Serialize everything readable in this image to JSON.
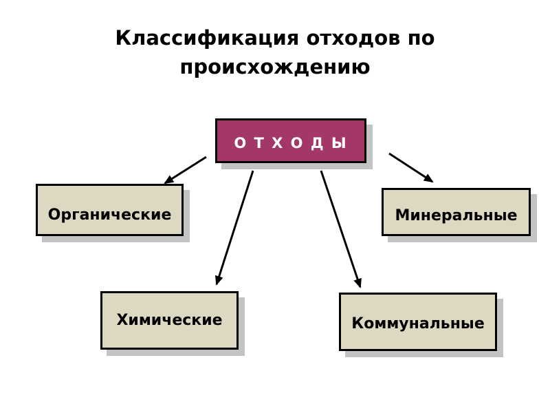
{
  "title": {
    "line1": "Классификация отходов по",
    "line2": "происхождению"
  },
  "diagram": {
    "root": {
      "label": "О Т Х О Д Ы"
    },
    "children": [
      {
        "label": "Органические"
      },
      {
        "label": "Минеральные"
      },
      {
        "label": "Химические"
      },
      {
        "label": "Коммунальные"
      }
    ],
    "edges": [
      {
        "from": "ОТХОДЫ",
        "to": "Органические"
      },
      {
        "from": "ОТХОДЫ",
        "to": "Химические"
      },
      {
        "from": "ОТХОДЫ",
        "to": "Коммунальные"
      },
      {
        "from": "ОТХОДЫ",
        "to": "Минеральные"
      }
    ]
  },
  "colors": {
    "background": "#ffffff",
    "title_text": "#000000",
    "root_fill": "#a33768",
    "root_text": "#ffffff",
    "child_fill": "#dcd8c1",
    "child_text": "#000000",
    "border": "#000000",
    "shadow": "#c3c3c3",
    "arrow": "#000000"
  }
}
